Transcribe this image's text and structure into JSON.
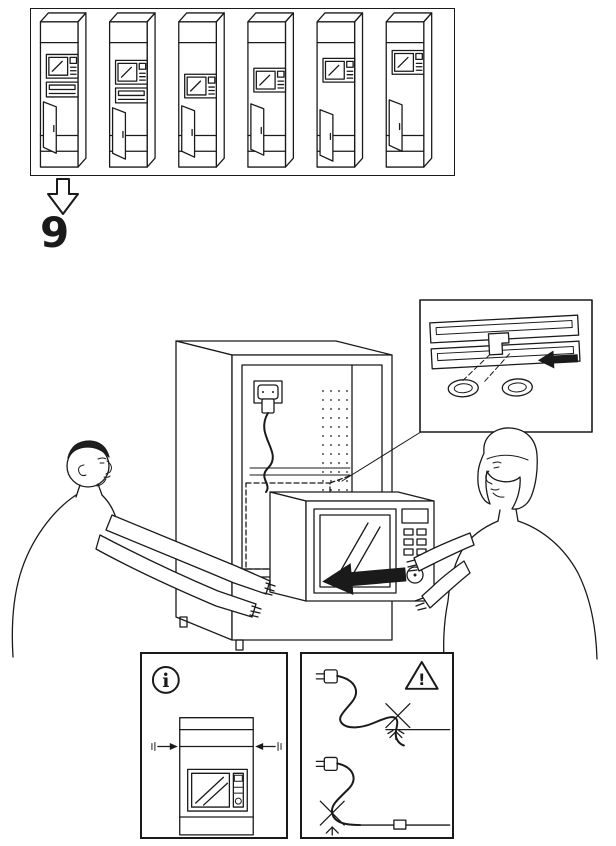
{
  "page": {
    "type": "assembly-instruction-step",
    "background": "#ffffff",
    "ink": "#1a1a1a"
  },
  "step": {
    "number": "9"
  },
  "variants_panel": {
    "cabinet_count": 6
  },
  "info_box": {
    "symbol": "i"
  },
  "warning_box": {
    "symbol": "!"
  }
}
